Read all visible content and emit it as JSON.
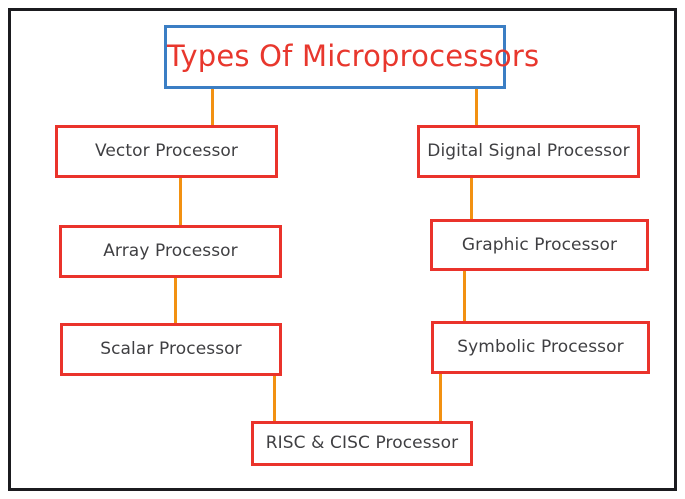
{
  "diagram": {
    "title": "Types Of Microprocessors",
    "root": {
      "label": "Types Of Microprocessors"
    },
    "branches": {
      "left": {
        "nodes": [
          {
            "label": "Vector Processor"
          },
          {
            "label": "Array Processor"
          },
          {
            "label": "Scalar Processor"
          }
        ]
      },
      "right": {
        "nodes": [
          {
            "label": "Digital Signal Processor"
          },
          {
            "label": "Graphic Processor"
          },
          {
            "label": "Symbolic Processor"
          }
        ]
      }
    },
    "shared": {
      "label": "RISC & CISC Processor"
    },
    "colors": {
      "root_border": "#3b7ec4",
      "root_text": "#e8372d",
      "node_border": "#ea332b",
      "node_text": "#3f3f42",
      "connector": "#f29111",
      "frame": "#1b1b1f",
      "background": "#ffffff"
    }
  }
}
